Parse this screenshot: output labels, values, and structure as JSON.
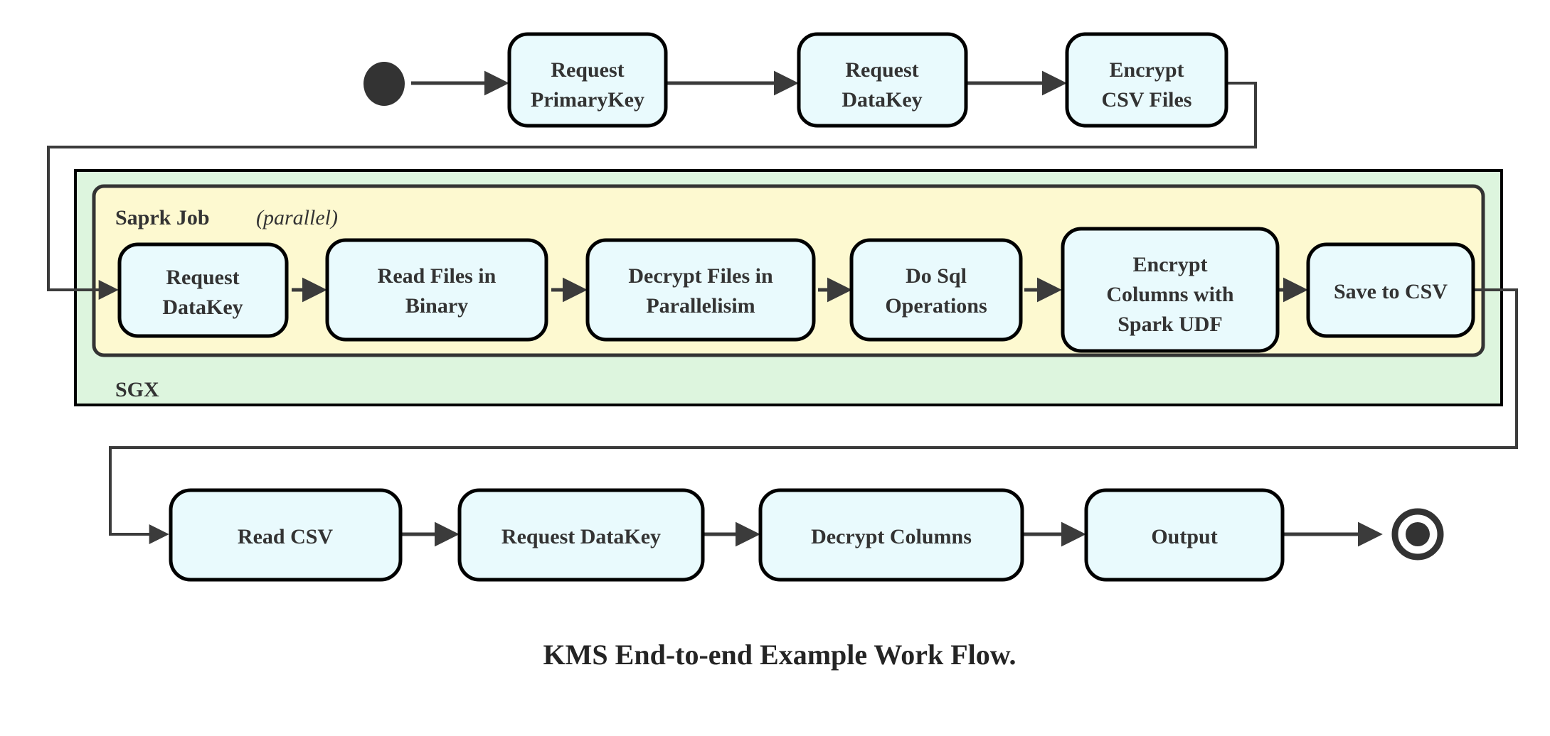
{
  "figure": {
    "caption": "KMS End-to-end Example Work Flow.",
    "type": "flowchart"
  },
  "colors": {
    "node_fill": "#e9fafd",
    "node_stroke": "#000000",
    "sgx_fill": "#ddf5de",
    "spark_fill": "#fdf9d0",
    "edge": "#3b3b3b",
    "text": "#333333"
  },
  "markers": {
    "start": "start-node-filled-circle",
    "end": "end-node-double-circle"
  },
  "groups": {
    "sgx": {
      "label": "SGX"
    },
    "spark": {
      "label": "Saprk Job",
      "annotation_open": "(",
      "annotation": "parallel",
      "annotation_close": ")"
    }
  },
  "rows": {
    "top": {
      "nodes": [
        {
          "id": "request-primarykey",
          "lines": [
            "Request",
            "PrimaryKey"
          ]
        },
        {
          "id": "request-datakey-top",
          "lines": [
            "Request",
            "DataKey"
          ]
        },
        {
          "id": "encrypt-csv-files",
          "lines": [
            "Encrypt",
            "CSV Files"
          ]
        }
      ]
    },
    "spark": {
      "nodes": [
        {
          "id": "request-datakey-spark",
          "lines": [
            "Request",
            "DataKey"
          ]
        },
        {
          "id": "read-files-in-binary",
          "lines": [
            "Read Files in",
            "Binary"
          ]
        },
        {
          "id": "decrypt-files-in-parallelisim",
          "lines": [
            "Decrypt Files in",
            "Parallelisim"
          ]
        },
        {
          "id": "do-sql-operations",
          "lines": [
            "Do Sql",
            "Operations"
          ]
        },
        {
          "id": "encrypt-columns-with-spark-udf",
          "lines": [
            "Encrypt",
            "Columns with",
            "Spark UDF"
          ]
        },
        {
          "id": "save-to-csv",
          "lines": [
            "Save to CSV"
          ]
        }
      ]
    },
    "bottom": {
      "nodes": [
        {
          "id": "read-csv",
          "lines": [
            "Read CSV"
          ]
        },
        {
          "id": "request-datakey-bottom",
          "lines": [
            "Request DataKey"
          ]
        },
        {
          "id": "decrypt-columns",
          "lines": [
            "Decrypt Columns"
          ]
        },
        {
          "id": "output",
          "lines": [
            "Output"
          ]
        }
      ]
    }
  },
  "chart_data": {
    "type": "diagram",
    "title": "KMS End-to-end Example Work Flow.",
    "sequence": [
      "start",
      "Request PrimaryKey",
      "Request DataKey",
      "Encrypt CSV Files",
      "Request DataKey",
      "Read Files in Binary",
      "Decrypt Files in Parallelisim",
      "Do Sql Operations",
      "Encrypt Columns with Spark UDF",
      "Save to CSV",
      "Read CSV",
      "Request DataKey",
      "Decrypt Columns",
      "Output",
      "end"
    ],
    "containers": [
      {
        "label": "SGX",
        "contains": [
          "Saprk Job (parallel)"
        ]
      },
      {
        "label": "Saprk Job (parallel)",
        "contains": [
          "Request DataKey",
          "Read Files in Binary",
          "Decrypt Files in Parallelisim",
          "Do Sql Operations",
          "Encrypt Columns with Spark UDF",
          "Save to CSV"
        ]
      }
    ]
  }
}
